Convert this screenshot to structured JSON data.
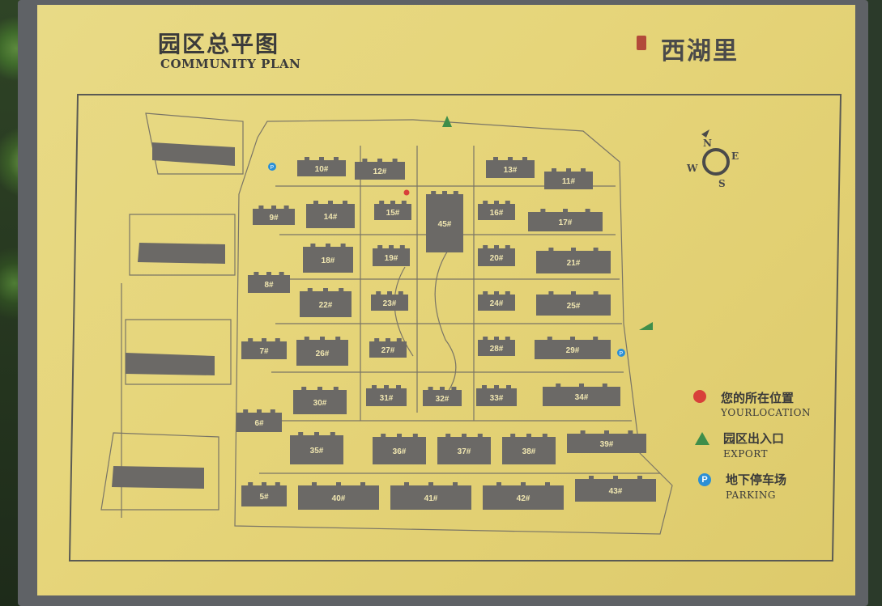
{
  "title_cn": "园区总平图",
  "title_en": "COMMUNITY PLAN",
  "brand_name": "西湖里",
  "compass": {
    "n": "N",
    "s": "S",
    "e": "E",
    "w": "W"
  },
  "legend": [
    {
      "cn": "您的所在位置",
      "en": "YOURLOCATION",
      "icon": "red-dot-icon",
      "color": "#d8403a"
    },
    {
      "cn": "园区出入口",
      "en": "EXPORT",
      "icon": "green-triangle-icon",
      "color": "#3f8e4a"
    },
    {
      "cn": "地下停车场",
      "en": "PARKING",
      "icon": "parking-icon",
      "color": "#2b8fd6",
      "glyph": "P"
    }
  ],
  "buildings": [
    "10#",
    "12#",
    "13#",
    "11#",
    "9#",
    "14#",
    "15#",
    "45#",
    "16#",
    "17#",
    "19#",
    "18#",
    "20#",
    "21#",
    "8#",
    "22#",
    "23#",
    "24#",
    "25#",
    "7#",
    "26#",
    "27#",
    "28#",
    "29#",
    "30#",
    "31#",
    "32#",
    "33#",
    "34#",
    "6#",
    "35#",
    "36#",
    "37#",
    "38#",
    "39#",
    "5#",
    "40#",
    "41#",
    "42#",
    "43#"
  ],
  "colors": {
    "plate": "#e6d57a",
    "building": "#6b6966",
    "label": "#f0e6b0"
  }
}
